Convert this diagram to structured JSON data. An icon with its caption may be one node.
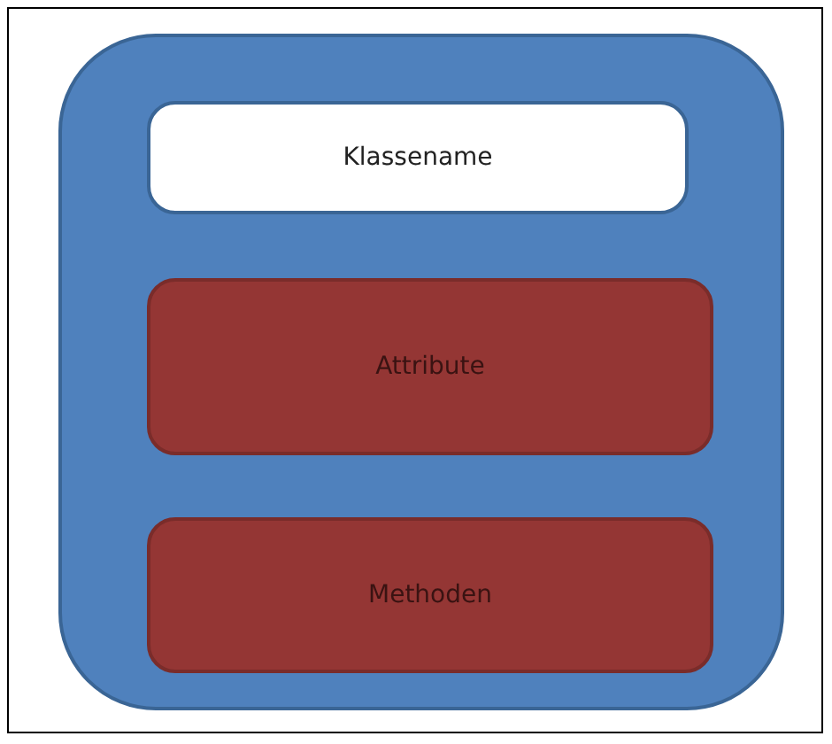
{
  "diagram": {
    "nodes": [
      {
        "text": [],
        "shape": "box"
      },
      {
        "text": [
          "Klassename"
        ],
        "in": 0
      },
      {
        "text": [
          "Attribute"
        ],
        "in": 0
      },
      {
        "text": [
          "Methoden"
        ],
        "in": 0
      }
    ]
  }
}
